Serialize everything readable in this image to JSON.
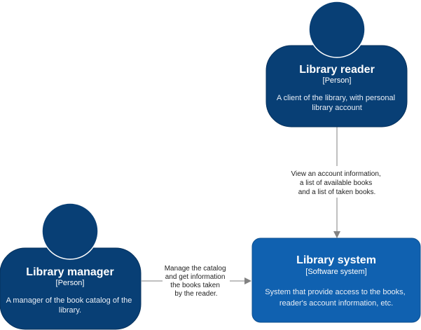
{
  "colors": {
    "person_fill": "#083f75",
    "person_stroke": "#06315c",
    "system_fill": "#1061b0",
    "system_stroke": "#0d4f8f",
    "edge": "#828282"
  },
  "nodes": {
    "reader": {
      "title": "Library reader",
      "type": "[Person]",
      "desc": [
        "A client of the library, with personal",
        "library account"
      ]
    },
    "manager": {
      "title": "Library manager",
      "type": "[Person]",
      "desc": [
        "A manager of the book catalog of the",
        "library."
      ]
    },
    "system": {
      "title": "Library system",
      "type": "[Software system]",
      "desc": [
        "System that provide access to the books,",
        "reader's account information, etc."
      ]
    }
  },
  "edges": {
    "reader_to_system": {
      "label": [
        "View an account information,",
        "a list of available books",
        "and a list of taken books."
      ]
    },
    "manager_to_system": {
      "label": [
        "Manage the catalog",
        "and get information",
        "the books taken",
        "by the reader."
      ]
    }
  }
}
